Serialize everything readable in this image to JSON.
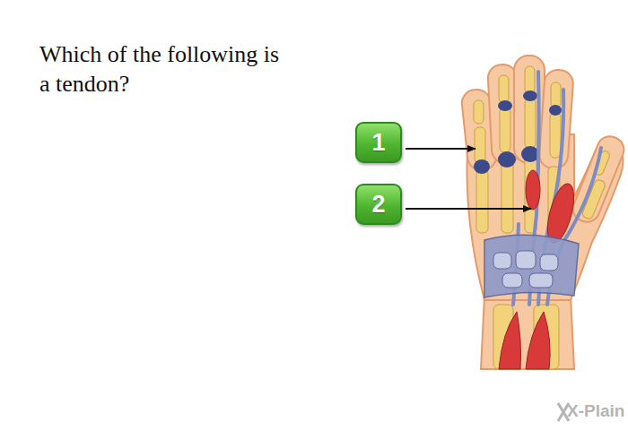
{
  "diagram": {
    "title": "Which of the following is a tendon?",
    "nodes": [
      {
        "text": [
          "1"
        ]
      },
      {
        "text": [
          "2"
        ]
      }
    ],
    "labels": [
      "X-Plain"
    ]
  }
}
